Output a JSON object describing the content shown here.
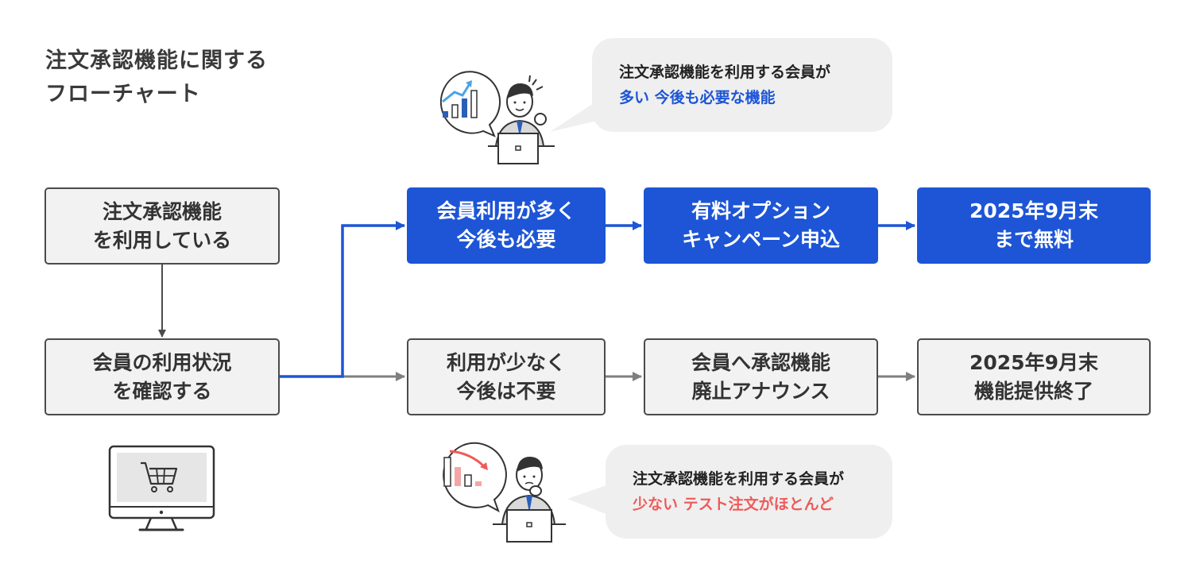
{
  "title": {
    "line1": "注文承認機能に関する",
    "line2": "フローチャート"
  },
  "boxes": {
    "start": {
      "line1": "注文承認機能",
      "line2": "を利用している"
    },
    "check": {
      "line1": "会員の利用状況",
      "line2": "を確認する"
    },
    "high_usage": {
      "line1": "会員利用が多く",
      "line2": "今後も必要"
    },
    "campaign": {
      "line1": "有料オプション",
      "line2": "キャンペーン申込"
    },
    "free_until": {
      "line1": "2025年9月末",
      "line2": "まで無料"
    },
    "low_usage": {
      "line1": "利用が少なく",
      "line2": "今後は不要"
    },
    "announce": {
      "line1": "会員へ承認機能",
      "line2": "廃止アナウンス"
    },
    "end_service": {
      "line1": "2025年9月末",
      "line2": "機能提供終了"
    }
  },
  "bubbles": {
    "top": {
      "line1": "注文承認機能を利用する会員が",
      "line2_highlight": "多い 今後も必要な機能"
    },
    "bottom": {
      "line1": "注文承認機能を利用する会員が",
      "line2_highlight": "少ない テスト注文がほとんど"
    }
  },
  "icons": {
    "top_person": "businessman-laptop-rising-chart-icon",
    "bottom_person": "businessman-laptop-falling-chart-icon",
    "monitor": "monitor-shopping-cart-icon"
  },
  "colors": {
    "accent_blue": "#1d55d6",
    "box_grey_fill": "#f2f2f2",
    "box_border": "#4b4b4b",
    "grey_arrow": "#7f7f7f",
    "highlight_red": "#ef5a5a",
    "bubble_fill": "#efefef"
  }
}
